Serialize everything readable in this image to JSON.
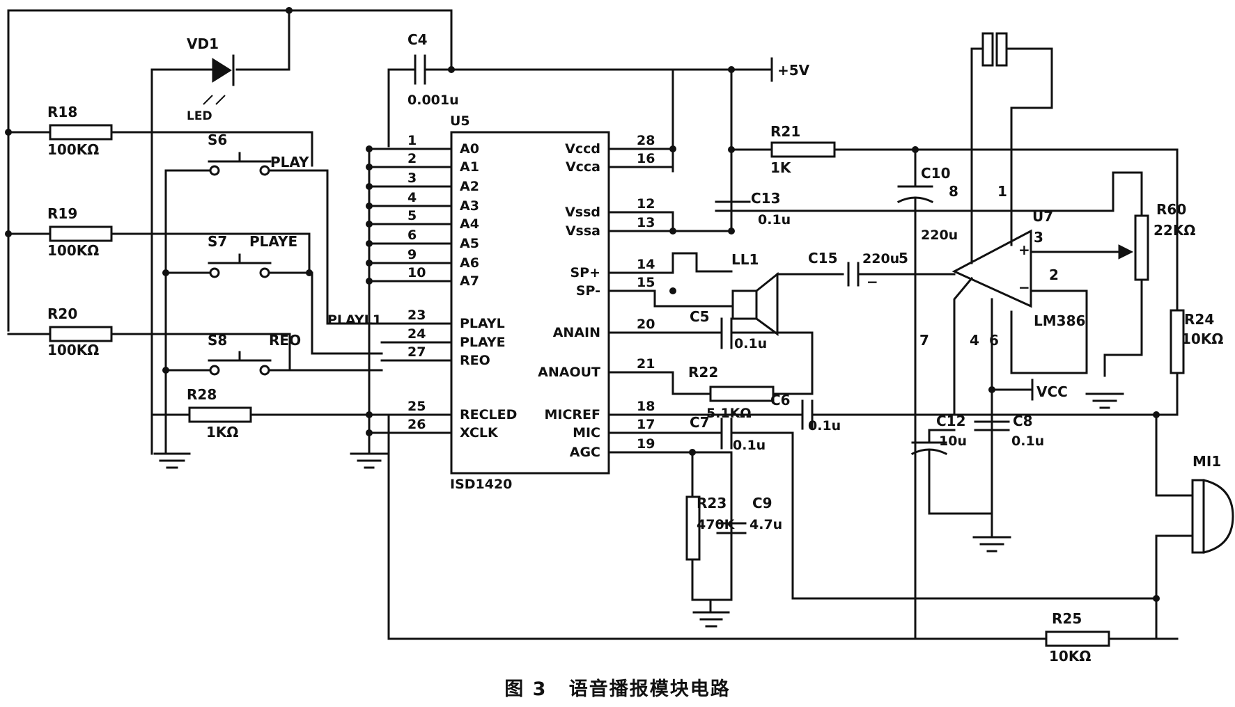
{
  "caption": {
    "figure": "图 3",
    "title": "语音播报模块电路"
  },
  "ic_u5": {
    "ref": "U5",
    "part": "ISD1420",
    "left_pins": [
      {
        "num": "1",
        "name": "A0"
      },
      {
        "num": "2",
        "name": "A1"
      },
      {
        "num": "3",
        "name": "A2"
      },
      {
        "num": "4",
        "name": "A3"
      },
      {
        "num": "5",
        "name": "A4"
      },
      {
        "num": "6",
        "name": "A5"
      },
      {
        "num": "9",
        "name": "A6"
      },
      {
        "num": "10",
        "name": "A7"
      },
      {
        "num": "23",
        "name": "PLAYL"
      },
      {
        "num": "24",
        "name": "PLAYE"
      },
      {
        "num": "27",
        "name": "REO"
      },
      {
        "num": "25",
        "name": "RECLED"
      },
      {
        "num": "26",
        "name": "XCLK"
      }
    ],
    "right_pins": [
      {
        "num": "28",
        "name": "Vccd"
      },
      {
        "num": "16",
        "name": "Vcca"
      },
      {
        "num": "12",
        "name": "Vssd"
      },
      {
        "num": "13",
        "name": "Vssa"
      },
      {
        "num": "14",
        "name": "SP+"
      },
      {
        "num": "15",
        "name": "SP-"
      },
      {
        "num": "20",
        "name": "ANAIN"
      },
      {
        "num": "21",
        "name": "ANAOUT"
      },
      {
        "num": "18",
        "name": "MICREF"
      },
      {
        "num": "17",
        "name": "MIC"
      },
      {
        "num": "19",
        "name": "AGC"
      }
    ]
  },
  "amp_u7": {
    "ref": "U7",
    "part": "LM386",
    "pin_labels": [
      "3",
      "2",
      "8",
      "1",
      "5",
      "7",
      "4",
      "6"
    ]
  },
  "components": {
    "vd1": "VD1",
    "led": "LED",
    "r18": "R18",
    "r18_val": "100KΩ",
    "r19": "R19",
    "r19_val": "100KΩ",
    "r20": "R20",
    "r20_val": "100KΩ",
    "r28": "R28",
    "r28_val": "1KΩ",
    "s6": "S6",
    "s6_label": "PLAY",
    "s7": "S7",
    "s7_label": "PLAYE",
    "s8": "S8",
    "s8_label": "REO",
    "playl1": "PLAYL1",
    "c4": "C4",
    "c4_val": "0.001u",
    "supply": "+5V",
    "r21": "R21",
    "r21_val": "1K",
    "c13": "C13",
    "c13_val": "0.1u",
    "c10": "C10",
    "c10_val": "220u",
    "c15": "C15",
    "c15_val": "220u",
    "ll1": "LL1",
    "c5": "C5",
    "c5_val": "0.1u",
    "r22": "R22",
    "r22_val": "5.1KΩ",
    "c6": "C6",
    "c6_val": "0.1u",
    "c7": "C7",
    "c7_val": "0.1u",
    "r23": "R23",
    "r23_val": "470K",
    "c9": "C9",
    "c9_val": "4.7u",
    "c12": "C12",
    "c12_val": "10u",
    "c8": "C8",
    "c8_val": "0.1u",
    "vcc": "VCC",
    "r60": "R60",
    "r60_val": "22KΩ",
    "r24": "R24",
    "r24_val": "10KΩ",
    "mi1": "MI1",
    "r25": "R25",
    "r25_val": "10KΩ",
    "plus": "+",
    "minus": "−"
  }
}
